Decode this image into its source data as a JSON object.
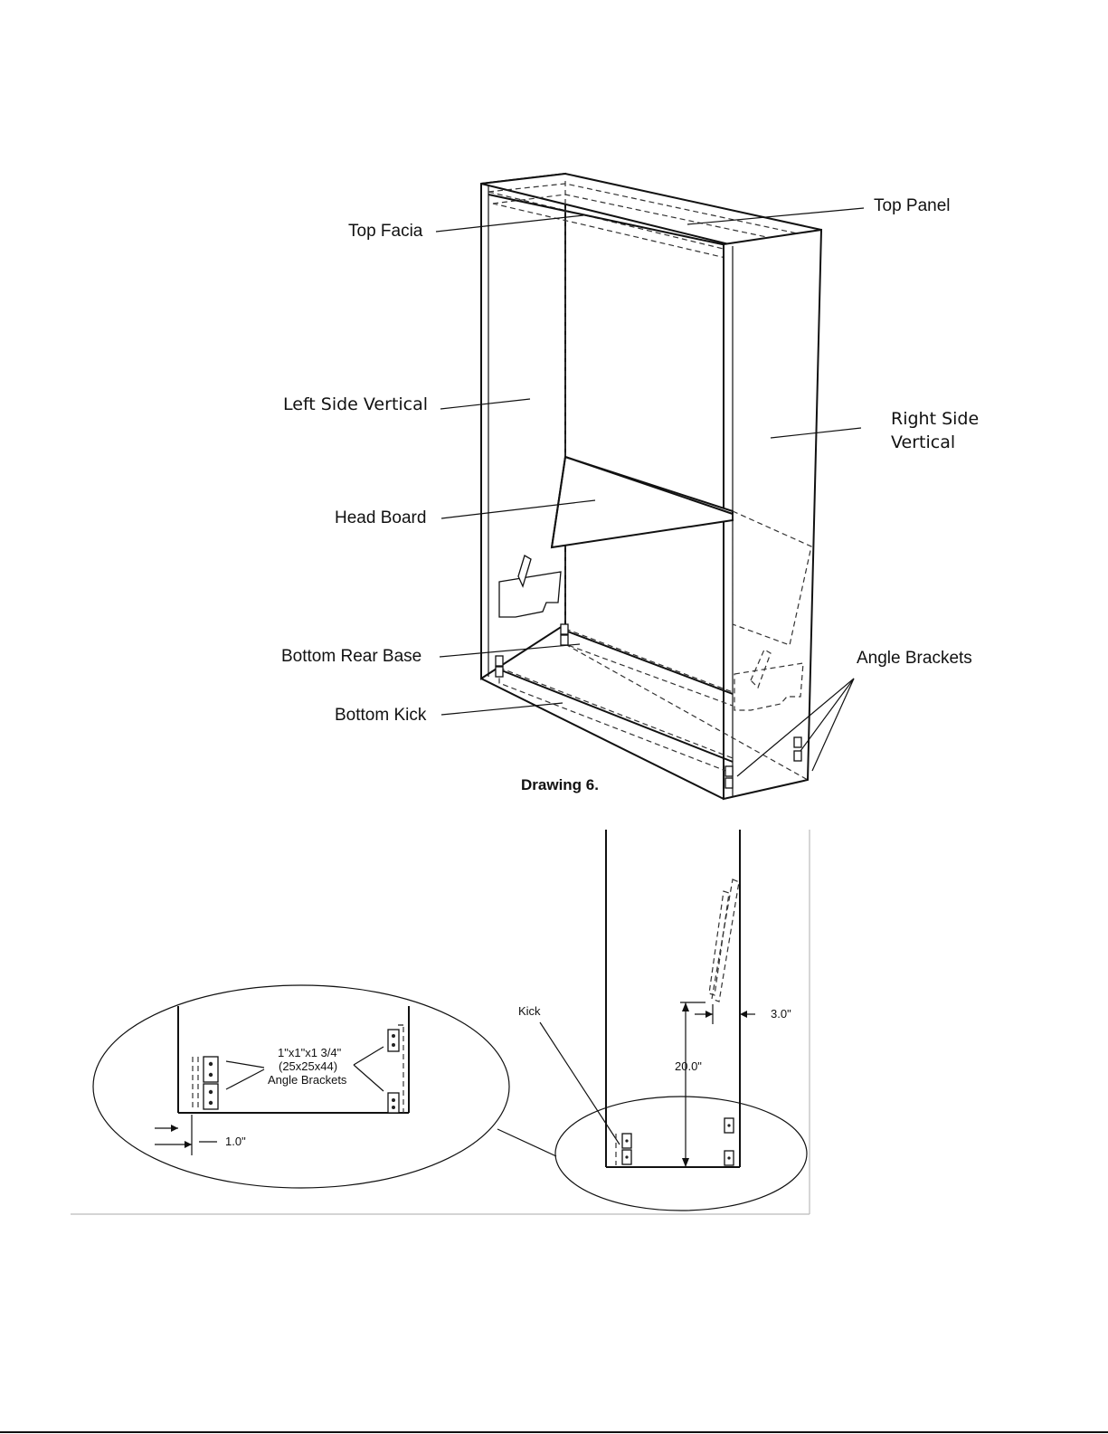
{
  "labels": {
    "top_facia": "Top Facia",
    "top_panel": "Top Panel",
    "left_side_vertical": "Left Side Vertical",
    "right_side_vertical_line1": "Right Side",
    "right_side_vertical_line2": "Vertical",
    "head_board": "Head Board",
    "bottom_rear_base": "Bottom Rear Base",
    "angle_brackets": "Angle Brackets",
    "bottom_kick": "Bottom Kick"
  },
  "caption": "Drawing 6.",
  "detail": {
    "bracket_size_line1": "1\"x1\"x1 3/4\"",
    "bracket_size_line2": "(25x25x44)",
    "bracket_size_line3": "Angle Brackets",
    "inset_dimension": "1.0\"",
    "kick_label": "Kick",
    "height_dimension": "20.0\"",
    "offset_dimension": "3.0\""
  }
}
